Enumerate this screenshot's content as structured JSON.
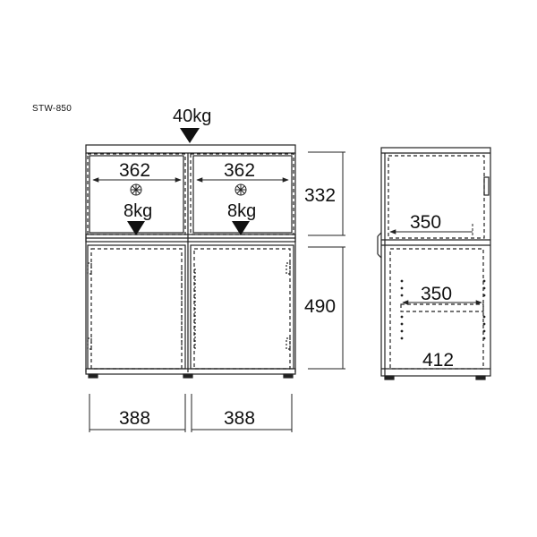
{
  "model": "STW-850",
  "colors": {
    "line": "#222222",
    "background": "#ffffff"
  },
  "loads": {
    "top": "40kg",
    "shelf_left": "8kg",
    "shelf_right": "8kg"
  },
  "front_view": {
    "shelf_width_left": "362",
    "shelf_width_right": "362",
    "door_width_left": "388",
    "door_width_right": "388",
    "upper_height": "332",
    "lower_height": "490",
    "adjustable_mark_icon": "asterisk-circle-icon"
  },
  "side_view": {
    "top_depth": "350",
    "shelf_depth": "350",
    "total_depth": "412"
  }
}
